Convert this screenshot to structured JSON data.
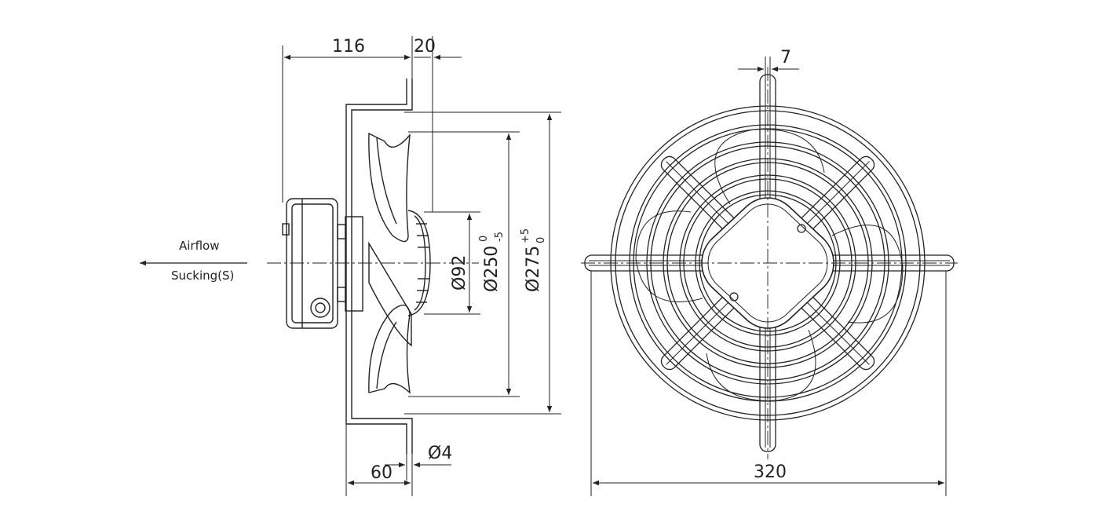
{
  "side_view": {
    "airflow_label": "Airflow",
    "mode_label": "Sucking(S)",
    "dims": {
      "overall_depth": "116",
      "blade_offset": "20",
      "mount_depth": "60",
      "hole": "Ø4",
      "hub": "Ø92",
      "venturi_main": "Ø250",
      "venturi_tol_upper": "0",
      "venturi_tol_lower": "-5",
      "outer_main": "Ø275",
      "outer_tol_upper": "+5",
      "outer_tol_lower": "0"
    }
  },
  "front_view": {
    "dims": {
      "bar_width": "7",
      "overall_width": "320"
    }
  },
  "colors": {
    "line": "#222222",
    "background": "#ffffff"
  }
}
